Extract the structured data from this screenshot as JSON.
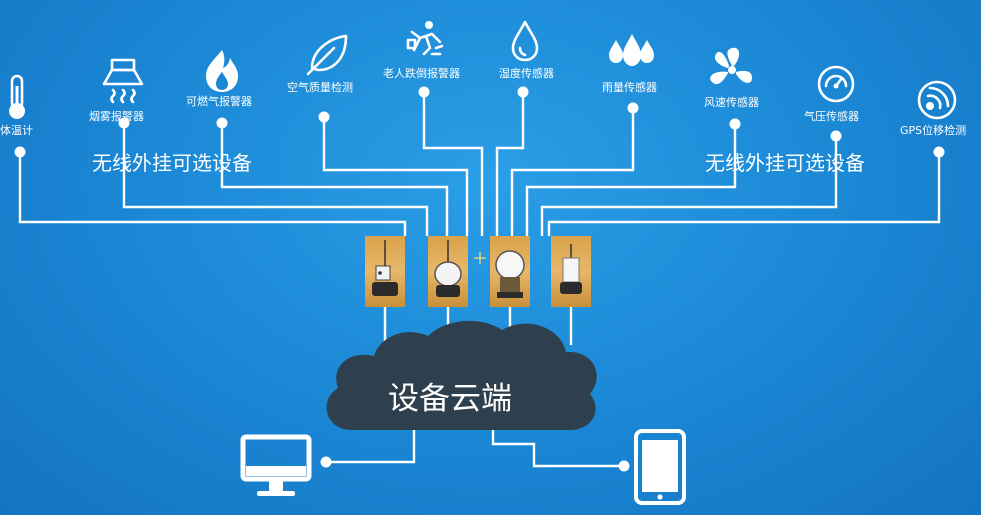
{
  "sensors": [
    {
      "label": "体温计",
      "icon": "thermometer-icon"
    },
    {
      "label": "烟雾报警器",
      "icon": "range-hood-icon"
    },
    {
      "label": "可燃气报警器",
      "icon": "flame-icon"
    },
    {
      "label": "空气质量检测",
      "icon": "leaf-icon"
    },
    {
      "label": "老人跌倒报警器",
      "icon": "falling-person-icon"
    },
    {
      "label": "湿度传感器",
      "icon": "water-drop-icon"
    },
    {
      "label": "雨量传感器",
      "icon": "rain-drops-icon"
    },
    {
      "label": "风速传感器",
      "icon": "fan-icon"
    },
    {
      "label": "气压传感器",
      "icon": "gauge-icon"
    },
    {
      "label": "GPS位移检测",
      "icon": "gps-signal-icon"
    }
  ],
  "optional_left": "无线外挂可选设备",
  "optional_right": "无线外挂可选设备",
  "cloud_label": "设备云端",
  "clients": {
    "left_icon": "desktop-monitor-icon",
    "right_icon": "tablet-icon"
  },
  "colors": {
    "background": "#1a86d4",
    "cloud": "#2e3f4d",
    "wire": "#ffffff"
  }
}
